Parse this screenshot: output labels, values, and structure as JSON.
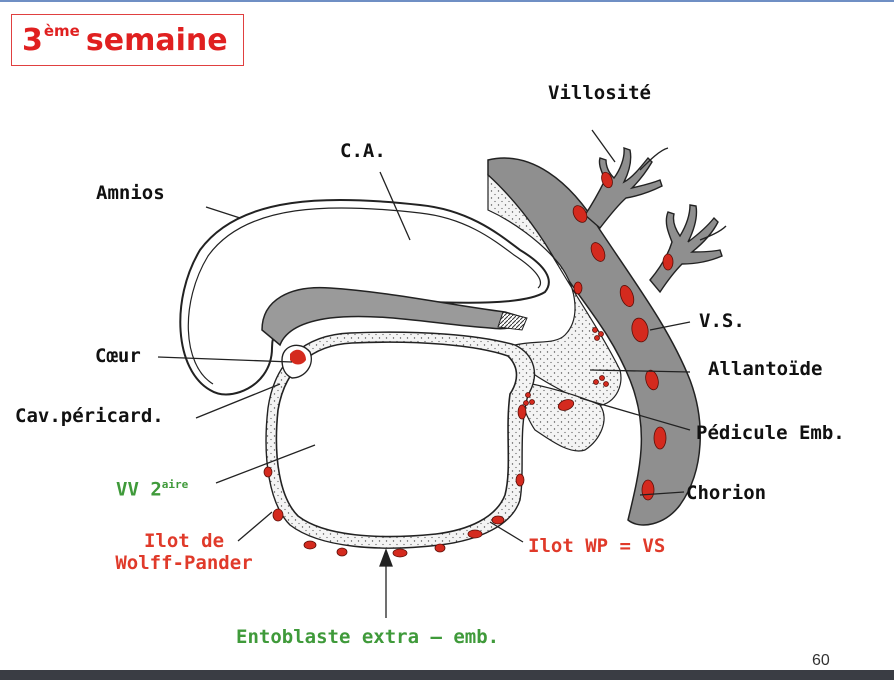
{
  "title": {
    "main": "3",
    "sup": "ème",
    "rest": "semaine"
  },
  "labels": {
    "villosite": "Villosité",
    "ca": "C.A.",
    "amnios": "Amnios",
    "vs": "V.S.",
    "coeur": "Cœur",
    "allantoide": "Allantoïde",
    "cav_pericard": "Cav.péricard.",
    "pedicule": "Pédicule Emb.",
    "vv": "VV 2",
    "vv_sup": "aire",
    "chorion": "Chorion",
    "ilot_wp_line1": "Ilot de",
    "ilot_wp_line2": "Wolff-Pander",
    "ilot_vs": "Ilot WP = VS",
    "entoblaste": "Entoblaste extra – emb."
  },
  "page_number": "60",
  "colors": {
    "title_red": "#e02020",
    "label_red": "#e03a2a",
    "label_green": "#3f9a3a",
    "blood": "#d42a1e",
    "chorion_gray": "#8a8a8a"
  }
}
